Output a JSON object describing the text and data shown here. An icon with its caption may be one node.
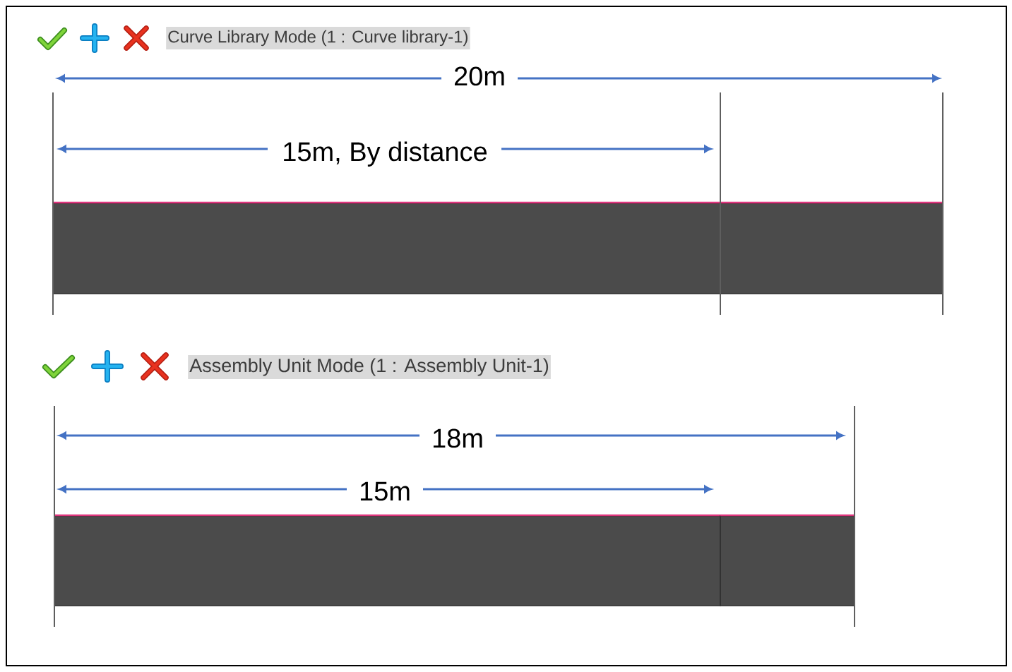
{
  "diagram": {
    "nodes": [
      {
        "text": [
          "Curve Library Mode (1 : Curve library-1)"
        ]
      },
      {
        "text": [
          "Assembly Unit Mode (1 : Assembly Unit-1)"
        ]
      }
    ],
    "labels": [
      "20m",
      "15m, By distance",
      "18m",
      "15m"
    ]
  }
}
